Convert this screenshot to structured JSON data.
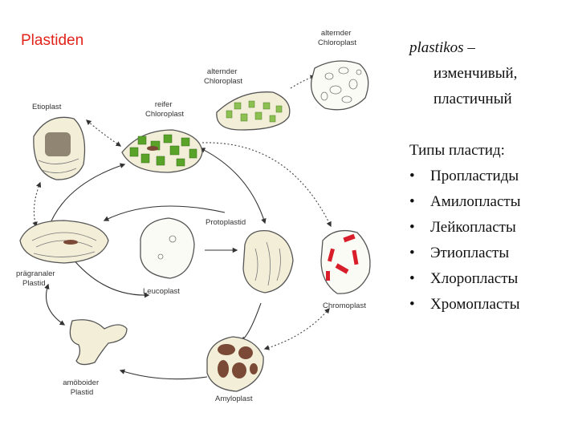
{
  "diagram": {
    "title": "Plastiden",
    "labels": {
      "alternder_chloroplast_top": [
        "alternder",
        "Chloroplast"
      ],
      "alternder_chloroplast_mid": [
        "alternder",
        "Chloroplast"
      ],
      "reifer_chloroplast": [
        "reifer",
        "Chloroplast"
      ],
      "etioplast": "Etioplast",
      "protoplastid": "Protoplastid",
      "praegranaler_plastid": [
        "prägranaler",
        "Plastid"
      ],
      "leucoplast": "Leucoplast",
      "chromoplast": "Chromoplast",
      "amoeboider_plastid": [
        "amöboider",
        "Plastid"
      ],
      "amyloplast": "Amyloplast"
    },
    "colors": {
      "title": "#e2231a",
      "chlorophyll": "#5aa329",
      "chromoplast_pigment": "#d81e2a",
      "starch_grain": "#7a4a36",
      "stroma": "#f3eed8"
    }
  },
  "text_panel": {
    "term": "plastikos",
    "dash": " –",
    "definition_lines": [
      "изменчивый,",
      "пластичный"
    ],
    "types_heading": "Типы пластид:",
    "types": [
      "Пропластиды",
      "Амилопласты",
      "Лейкопласты",
      "Этиопласты",
      "Хлоропласты",
      "Хромопласты"
    ]
  }
}
